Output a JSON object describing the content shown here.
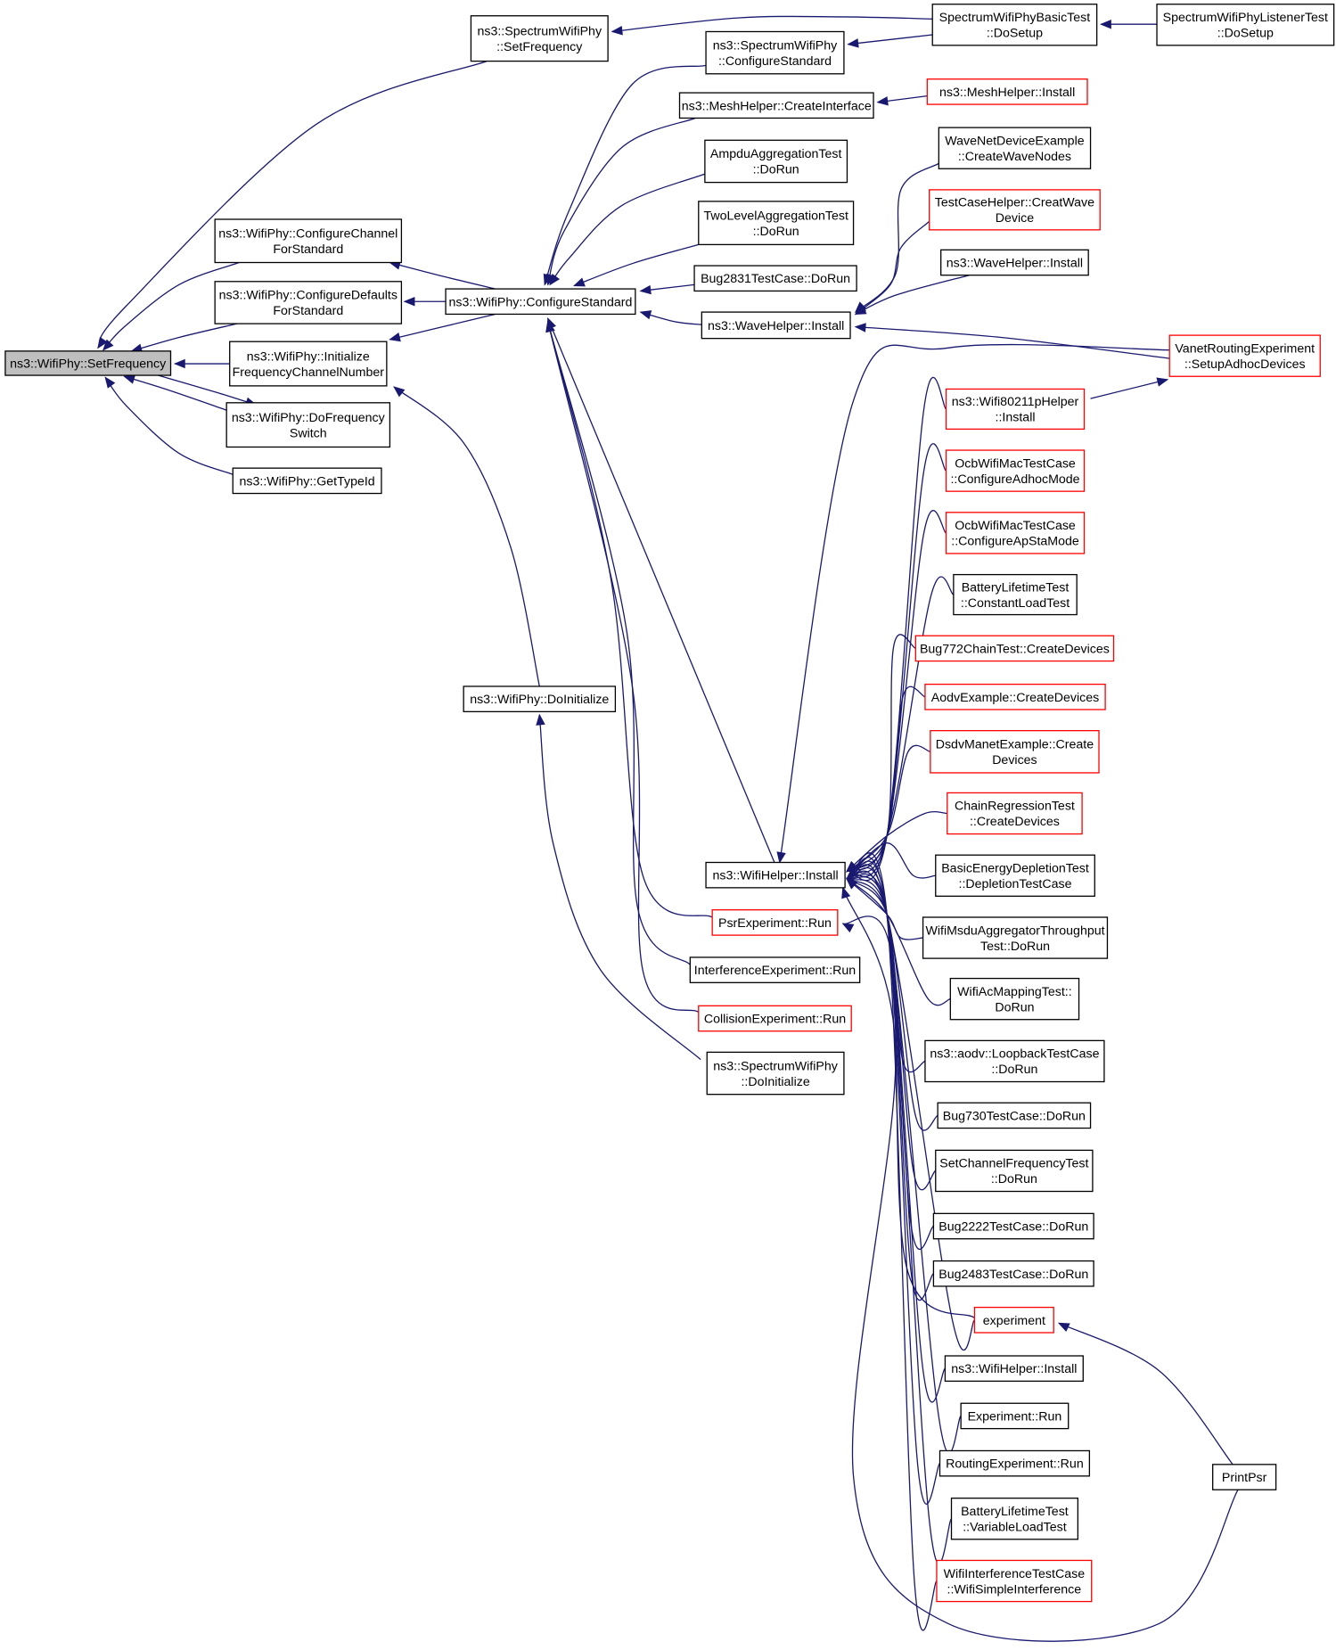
{
  "graph": {
    "root": "setfreq",
    "colors": {
      "edge": "#191970",
      "root_fill": "#bfbfbf",
      "normal_border": "#000000",
      "truncated_border": "#ff0000"
    },
    "nodes": [
      {
        "id": "setfreq",
        "lines": [
          "ns3::WifiPhy::SetFrequency"
        ],
        "style": "root"
      },
      {
        "id": "spec_setfreq",
        "lines": [
          "ns3::SpectrumWifiPhy",
          "::SetFrequency"
        ],
        "style": "normal"
      },
      {
        "id": "cfgch",
        "lines": [
          "ns3::WifiPhy::ConfigureChannel",
          "ForStandard"
        ],
        "style": "normal"
      },
      {
        "id": "cfgdef",
        "lines": [
          "ns3::WifiPhy::ConfigureDefaults",
          "ForStandard"
        ],
        "style": "normal"
      },
      {
        "id": "initfreq",
        "lines": [
          "ns3::WifiPhy::Initialize",
          "FrequencyChannelNumber"
        ],
        "style": "normal"
      },
      {
        "id": "dofreqsw",
        "lines": [
          "ns3::WifiPhy::DoFrequency",
          "Switch"
        ],
        "style": "normal"
      },
      {
        "id": "gettypeid",
        "lines": [
          "ns3::WifiPhy::GetTypeId"
        ],
        "style": "normal"
      },
      {
        "id": "cfgstd",
        "lines": [
          "ns3::WifiPhy::ConfigureStandard"
        ],
        "style": "normal"
      },
      {
        "id": "doinit",
        "lines": [
          "ns3::WifiPhy::DoInitialize"
        ],
        "style": "normal"
      },
      {
        "id": "spec_cfgstd",
        "lines": [
          "ns3::SpectrumWifiPhy",
          "::ConfigureStandard"
        ],
        "style": "normal"
      },
      {
        "id": "meshci",
        "lines": [
          "ns3::MeshHelper::CreateInterface"
        ],
        "style": "normal"
      },
      {
        "id": "ampdu",
        "lines": [
          "AmpduAggregationTest",
          "::DoRun"
        ],
        "style": "normal"
      },
      {
        "id": "twolevel",
        "lines": [
          "TwoLevelAggregationTest",
          "::DoRun"
        ],
        "style": "normal"
      },
      {
        "id": "bug2831",
        "lines": [
          "Bug2831TestCase::DoRun"
        ],
        "style": "normal"
      },
      {
        "id": "wavehelper",
        "lines": [
          "ns3::WaveHelper::Install"
        ],
        "style": "normal"
      },
      {
        "id": "wifihelper",
        "lines": [
          "ns3::WifiHelper::Install"
        ],
        "style": "normal"
      },
      {
        "id": "psrrun",
        "lines": [
          "PsrExperiment::Run"
        ],
        "style": "red"
      },
      {
        "id": "interfrun",
        "lines": [
          "InterferenceExperiment::Run"
        ],
        "style": "normal"
      },
      {
        "id": "collrun",
        "lines": [
          "CollisionExperiment::Run"
        ],
        "style": "red"
      },
      {
        "id": "spec_doinit",
        "lines": [
          "ns3::SpectrumWifiPhy",
          "::DoInitialize"
        ],
        "style": "normal"
      },
      {
        "id": "specbasic",
        "lines": [
          "SpectrumWifiPhyBasicTest",
          "::DoSetup"
        ],
        "style": "normal"
      },
      {
        "id": "speclistener",
        "lines": [
          "SpectrumWifiPhyListenerTest",
          "::DoSetup"
        ],
        "style": "normal"
      },
      {
        "id": "meshinstall",
        "lines": [
          "ns3::MeshHelper::Install"
        ],
        "style": "red"
      },
      {
        "id": "wavenetdev",
        "lines": [
          "WaveNetDeviceExample",
          "::CreateWaveNodes"
        ],
        "style": "normal"
      },
      {
        "id": "testcasehelper",
        "lines": [
          "TestCaseHelper::CreatWave",
          "Device"
        ],
        "style": "red"
      },
      {
        "id": "wavehelper2",
        "lines": [
          "ns3::WaveHelper::Install"
        ],
        "style": "normal"
      },
      {
        "id": "vanet",
        "lines": [
          "VanetRoutingExperiment",
          "::SetupAdhocDevices"
        ],
        "style": "red"
      },
      {
        "id": "wifi80211p",
        "lines": [
          "ns3::Wifi80211pHelper",
          "::Install"
        ],
        "style": "red"
      },
      {
        "id": "ocbadhoc",
        "lines": [
          "OcbWifiMacTestCase",
          "::ConfigureAdhocMode"
        ],
        "style": "red"
      },
      {
        "id": "ocbapsta",
        "lines": [
          "OcbWifiMacTestCase",
          "::ConfigureApStaMode"
        ],
        "style": "red"
      },
      {
        "id": "battconst",
        "lines": [
          "BatteryLifetimeTest",
          "::ConstantLoadTest"
        ],
        "style": "normal"
      },
      {
        "id": "bug772",
        "lines": [
          "Bug772ChainTest::CreateDevices"
        ],
        "style": "red"
      },
      {
        "id": "aodvex",
        "lines": [
          "AodvExample::CreateDevices"
        ],
        "style": "red"
      },
      {
        "id": "dsdv",
        "lines": [
          "DsdvManetExample::Create",
          "Devices"
        ],
        "style": "red"
      },
      {
        "id": "chainreg",
        "lines": [
          "ChainRegressionTest",
          "::CreateDevices"
        ],
        "style": "red"
      },
      {
        "id": "basicenergy",
        "lines": [
          "BasicEnergyDepletionTest",
          "::DepletionTestCase"
        ],
        "style": "normal"
      },
      {
        "id": "msdu",
        "lines": [
          "WifiMsduAggregatorThroughput",
          "Test::DoRun"
        ],
        "style": "normal"
      },
      {
        "id": "acmapping",
        "lines": [
          "WifiAcMappingTest::",
          "DoRun"
        ],
        "style": "normal"
      },
      {
        "id": "aodvloop",
        "lines": [
          "ns3::aodv::LoopbackTestCase",
          "::DoRun"
        ],
        "style": "normal"
      },
      {
        "id": "bug730",
        "lines": [
          "Bug730TestCase::DoRun"
        ],
        "style": "normal"
      },
      {
        "id": "setchfreq",
        "lines": [
          "SetChannelFrequencyTest",
          "::DoRun"
        ],
        "style": "normal"
      },
      {
        "id": "bug2222",
        "lines": [
          "Bug2222TestCase::DoRun"
        ],
        "style": "normal"
      },
      {
        "id": "bug2483",
        "lines": [
          "Bug2483TestCase::DoRun"
        ],
        "style": "normal"
      },
      {
        "id": "experiment",
        "lines": [
          "experiment"
        ],
        "style": "red"
      },
      {
        "id": "wifihelper2",
        "lines": [
          "ns3::WifiHelper::Install"
        ],
        "style": "normal"
      },
      {
        "id": "exprun",
        "lines": [
          "Experiment::Run"
        ],
        "style": "normal"
      },
      {
        "id": "routingexp",
        "lines": [
          "RoutingExperiment::Run"
        ],
        "style": "normal"
      },
      {
        "id": "battvar",
        "lines": [
          "BatteryLifetimeTest",
          "::VariableLoadTest"
        ],
        "style": "normal"
      },
      {
        "id": "wifiinterf",
        "lines": [
          "WifiInterferenceTestCase",
          "::WifiSimpleInterference"
        ],
        "style": "red"
      },
      {
        "id": "printpsr",
        "lines": [
          "PrintPsr"
        ],
        "style": "normal"
      }
    ],
    "edges": [
      [
        "spec_setfreq",
        "setfreq"
      ],
      [
        "cfgch",
        "setfreq"
      ],
      [
        "cfgdef",
        "setfreq"
      ],
      [
        "initfreq",
        "setfreq"
      ],
      [
        "dofreqsw",
        "setfreq"
      ],
      [
        "setfreq",
        "dofreqsw"
      ],
      [
        "gettypeid",
        "setfreq"
      ],
      [
        "specbasic",
        "spec_setfreq"
      ],
      [
        "speclistener",
        "specbasic"
      ],
      [
        "cfgstd",
        "cfgch"
      ],
      [
        "cfgstd",
        "cfgdef"
      ],
      [
        "cfgstd",
        "initfreq"
      ],
      [
        "doinit",
        "initfreq"
      ],
      [
        "spec_cfgstd",
        "cfgstd"
      ],
      [
        "meshci",
        "cfgstd"
      ],
      [
        "ampdu",
        "cfgstd"
      ],
      [
        "twolevel",
        "cfgstd"
      ],
      [
        "bug2831",
        "cfgstd"
      ],
      [
        "wavehelper",
        "cfgstd"
      ],
      [
        "wifihelper",
        "cfgstd"
      ],
      [
        "psrrun",
        "cfgstd"
      ],
      [
        "interfrun",
        "cfgstd"
      ],
      [
        "collrun",
        "cfgstd"
      ],
      [
        "spec_doinit",
        "doinit"
      ],
      [
        "specbasic",
        "spec_cfgstd"
      ],
      [
        "meshinstall",
        "meshci"
      ],
      [
        "wavenetdev",
        "wavehelper"
      ],
      [
        "testcasehelper",
        "wavehelper"
      ],
      [
        "wavehelper2",
        "wavehelper"
      ],
      [
        "vanet",
        "wavehelper"
      ],
      [
        "vanet",
        "wifihelper"
      ],
      [
        "wifi80211p",
        "wifihelper"
      ],
      [
        "ocbadhoc",
        "wifihelper"
      ],
      [
        "ocbapsta",
        "wifihelper"
      ],
      [
        "battconst",
        "wifihelper"
      ],
      [
        "bug772",
        "wifihelper"
      ],
      [
        "aodvex",
        "wifihelper"
      ],
      [
        "dsdv",
        "wifihelper"
      ],
      [
        "chainreg",
        "wifihelper"
      ],
      [
        "basicenergy",
        "wifihelper"
      ],
      [
        "msdu",
        "wifihelper"
      ],
      [
        "acmapping",
        "wifihelper"
      ],
      [
        "aodvloop",
        "wifihelper"
      ],
      [
        "bug730",
        "wifihelper"
      ],
      [
        "setchfreq",
        "wifihelper"
      ],
      [
        "bug2222",
        "wifihelper"
      ],
      [
        "bug2483",
        "wifihelper"
      ],
      [
        "experiment",
        "wifihelper"
      ],
      [
        "wifihelper2",
        "wifihelper"
      ],
      [
        "exprun",
        "wifihelper"
      ],
      [
        "routingexp",
        "wifihelper"
      ],
      [
        "battvar",
        "wifihelper"
      ],
      [
        "wifiinterf",
        "wifihelper"
      ],
      [
        "printpsr",
        "wifihelper"
      ],
      [
        "wifi80211p",
        "vanet"
      ],
      [
        "experiment",
        "psrrun"
      ],
      [
        "printpsr",
        "experiment"
      ]
    ]
  }
}
